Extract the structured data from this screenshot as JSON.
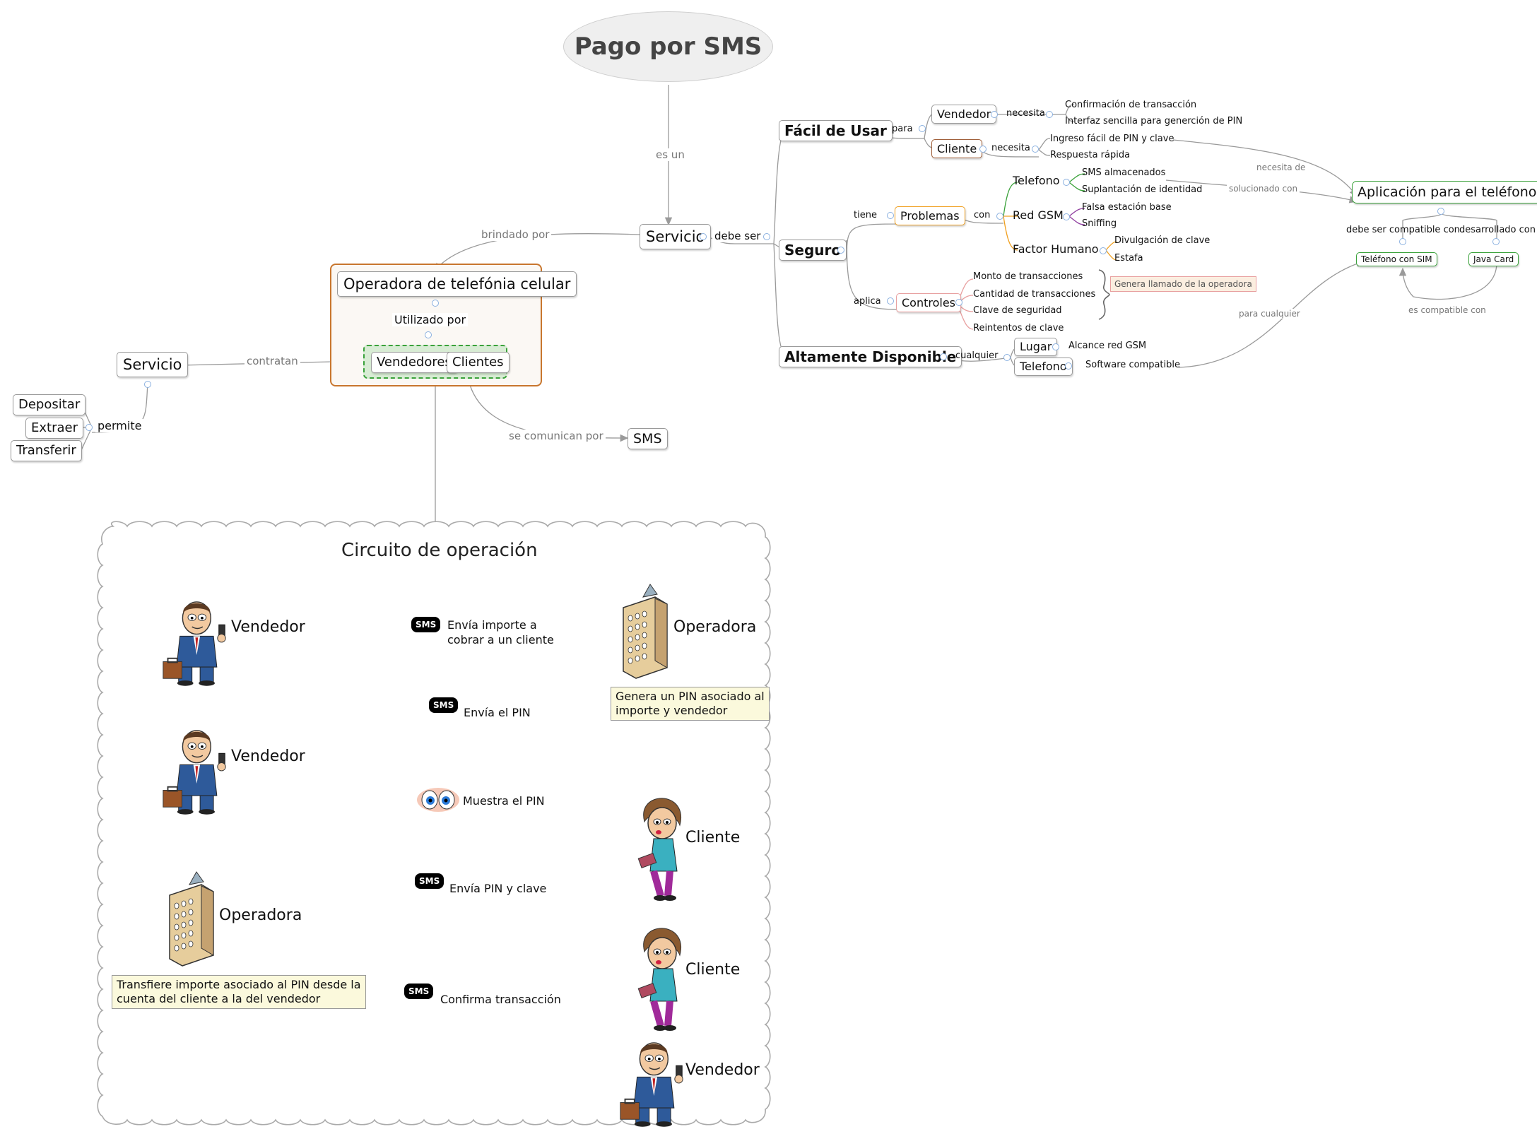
{
  "title": "Pago por SMS",
  "rels": {
    "es_un": "es un",
    "brindado_por": "brindado por",
    "debe_ser": "debe ser",
    "utilizado_por": "Utilizado por",
    "contratan": "contratan",
    "permite": "permite",
    "se_comunican_por": "se comunican por",
    "para": "para",
    "necesita": "necesita",
    "tiene": "tiene",
    "con": "con",
    "aplica": "aplica",
    "cualquier": "cualquier",
    "necesita_de": "necesita de",
    "solucionado_con": "solucionado con",
    "debe_ser_compatible_con": "debe ser compatible con",
    "desarrollado_con": "desarrollado con",
    "es_compatible_con": "es compatible con",
    "para_cualquier": "para cualquier"
  },
  "nodes": {
    "servicio_main": "Servicio",
    "operadora_telefonia": "Operadora de telefónia celular",
    "vendedores": "Vendedores",
    "clientes": "Clientes",
    "servicio_left": "Servicio",
    "depositar": "Depositar",
    "extraer": "Extraer",
    "transferir": "Transferir",
    "sms": "SMS",
    "facil_de_usar": "Fácil de Usar",
    "seguro": "Seguro",
    "altamente_disponible": "Altamente Disponible",
    "vendedor": "Vendedor",
    "cliente": "Cliente",
    "problemas": "Problemas",
    "controles": "Controles",
    "telefono": "Telefono",
    "red_gsm": "Red GSM",
    "factor_humano": "Factor Humano",
    "lugar": "Lugar",
    "telefono2": "Telefono",
    "aplicacion": "Aplicación para el teléfono",
    "telefono_sim": "Teléfono con SIM",
    "java_card": "Java Card"
  },
  "leaves": {
    "confirmacion": "Confirmación de transacción",
    "interfaz": "Interfaz sencilla para generción de PIN",
    "ingreso": "Ingreso fácil de PIN y clave",
    "respuesta": "Respuesta rápida",
    "sms_almacenados": "SMS almacenados",
    "suplantacion": "Suplantación de identidad",
    "falsa": "Falsa estación base",
    "sniffing": "Sniffing",
    "divulgacion": "Divulgación de clave",
    "estafa": "Estafa",
    "monto": "Monto de transacciones",
    "cantidad": "Cantidad de transacciones",
    "clave_seg": "Clave de seguridad",
    "reintentos": "Reintentos de clave",
    "genera_llamado": "Genera llamado de la operadora",
    "alcance": "Alcance red GSM",
    "software": "Software compatible"
  },
  "circuit": {
    "title": "Circuito de operación",
    "vendedor": "Vendedor",
    "operadora": "Operadora",
    "cliente": "Cliente",
    "sms_badge": "SMS",
    "envia_importe": "Envía importe a\ncobrar a un cliente",
    "genera_pin": "Genera un PIN asociado al\nimporte y vendedor",
    "envia_pin": "Envía el PIN",
    "muestra_pin": "Muestra el PIN",
    "envia_pin_clave": "Envía PIN y clave",
    "transfiere": "Transfiere importe asociado al PIN desde la\ncuenta del cliente a la del vendedor",
    "confirma": "Confirma transacción"
  },
  "colors": {
    "green": "#3aa23a",
    "orange": "#f0a020",
    "brown": "#a0603a",
    "orange_border": "#c8762e",
    "purple": "#9040a0",
    "pink": "#e8a0a0"
  }
}
